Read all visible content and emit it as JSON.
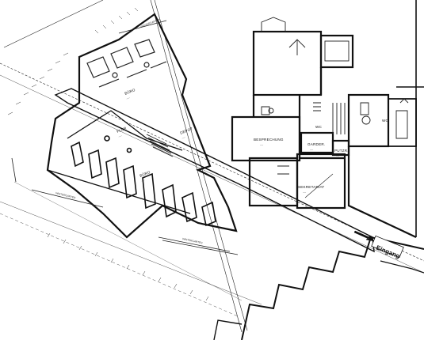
{
  "rooms": [
    {
      "key": "buero_top",
      "name": "BÜRO",
      "sub": "----"
    },
    {
      "key": "flur",
      "name": "FLUR",
      "sub": "----"
    },
    {
      "key": "depot",
      "name": "DEPOT",
      "sub": "----"
    },
    {
      "key": "buero_bottom",
      "name": "BÜRO",
      "sub": "----"
    },
    {
      "key": "besprechung",
      "name": "BESPRECHUNG",
      "sub": "----"
    },
    {
      "key": "garderobe",
      "name": "GARDER.",
      "sub": "----"
    },
    {
      "key": "putzr",
      "name": "PUTZR.",
      "sub": "----"
    },
    {
      "key": "wc_main",
      "name": "WC",
      "sub": ""
    },
    {
      "key": "wc_small",
      "name": "WC",
      "sub": ""
    },
    {
      "key": "sekretariat",
      "name": "SEKRETARIAT",
      "sub": "----"
    }
  ],
  "annotations": {
    "wintergarten_top": "WINTERGARTEN",
    "wintergarten_left": "WINTERGARTEN",
    "wintergarten_bottom": "WINTERGARTEN"
  },
  "entrance_label": "Eingang",
  "colors": {
    "ink": "#111111",
    "paper": "#ffffff"
  }
}
